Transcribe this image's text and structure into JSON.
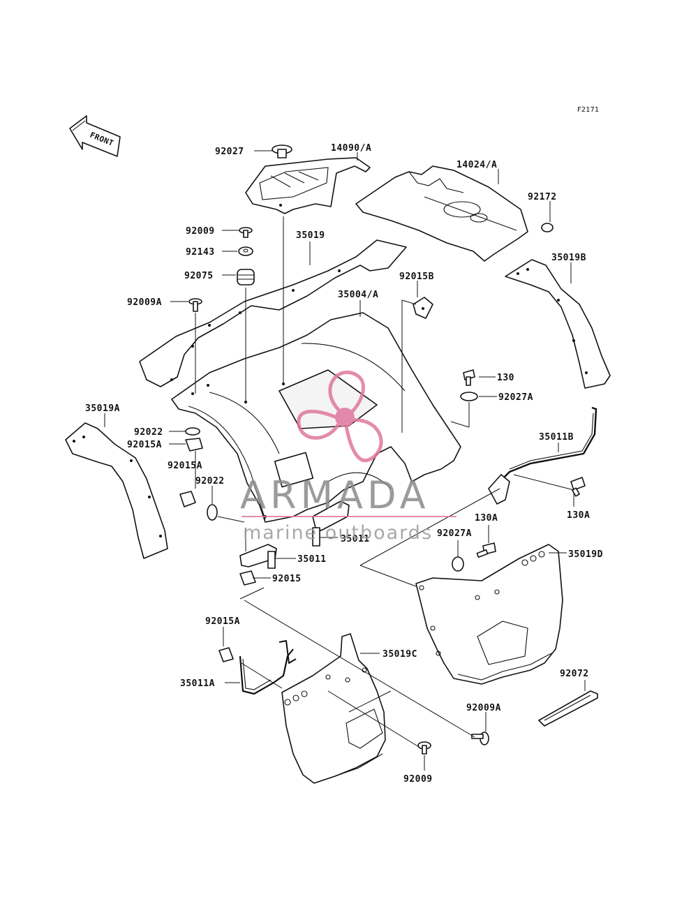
{
  "figure_id": "F2171",
  "front_arrow": "FRONT",
  "watermark": {
    "title": "ARMADA",
    "subtitle": "marine outboards",
    "colors": {
      "logo": "#e0779e",
      "text": "#8a8a8a"
    }
  },
  "labels": {
    "p92027": "92027",
    "p14090A": "14090/A",
    "p14024A": "14024/A",
    "p92172": "92172",
    "p92009_top": "92009",
    "p35019": "35019",
    "p92143": "92143",
    "p92075": "92075",
    "p35019B": "35019B",
    "p35004A": "35004/A",
    "p92015B": "92015B",
    "p92009A_left": "92009A",
    "p130": "130",
    "p92027A_right": "92027A",
    "p35019A": "35019A",
    "p92022_a": "92022",
    "p92015A_a": "92015A",
    "p92015A_b": "92015A",
    "p92022_b": "92022",
    "p35011B": "35011B",
    "p130A_a": "130A",
    "p130A_b": "130A",
    "p92027A_mid": "92027A",
    "p35019D": "35019D",
    "p35011_a": "35011",
    "p35011_b": "35011",
    "p92015": "92015",
    "p92015A_c": "92015A",
    "p35019C": "35019C",
    "p35011A": "35011A",
    "p92072": "92072",
    "p92009A_bottom": "92009A",
    "p92009_bottom": "92009"
  }
}
